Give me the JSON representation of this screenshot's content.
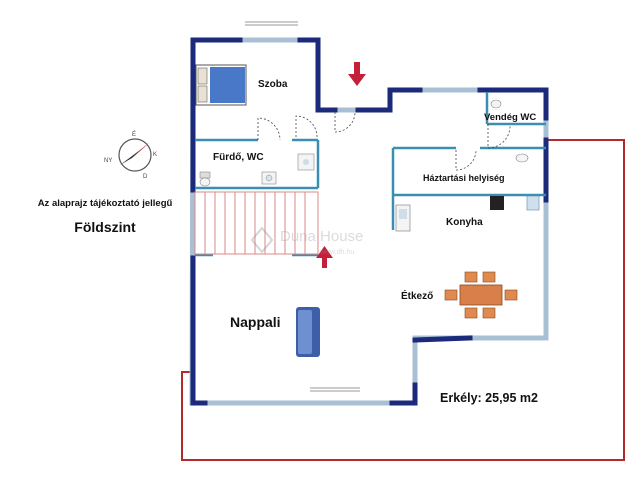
{
  "rooms": {
    "szoba": "Szoba",
    "furdo": "Fürdő, WC",
    "vendeg_wc": "Vendég WC",
    "haztartasi": "Háztartási helyiség",
    "konyha": "Konyha",
    "etkezo": "Étkező",
    "nappali": "Nappali"
  },
  "balcony_label": "Erkély: 25,95 m2",
  "disclaimer": "Az alaprajz tájékoztató jellegű",
  "level_label": "Földszint",
  "watermark": {
    "brand": "Duna House",
    "site": "www.dh.hu"
  },
  "compass": {
    "north": "É",
    "east": "K",
    "south": "D",
    "west": "NY"
  },
  "colors": {
    "wall": "#1b2a7a",
    "wall_light": "#a9bfd3",
    "interior_wall": "#3a8fb0",
    "balcony": "#b22a2a",
    "arrow": "#c4203a",
    "stairs": "#d98a8a",
    "furniture_wood": "#d9804a",
    "sofa": "#3e5fa8"
  },
  "icons": [
    "compass-icon",
    "entry-arrow-icon",
    "stairs-arrow-icon",
    "bed-icon",
    "sofa-icon",
    "dining-table-icon",
    "sink-icon",
    "toilet-icon",
    "stove-icon"
  ]
}
